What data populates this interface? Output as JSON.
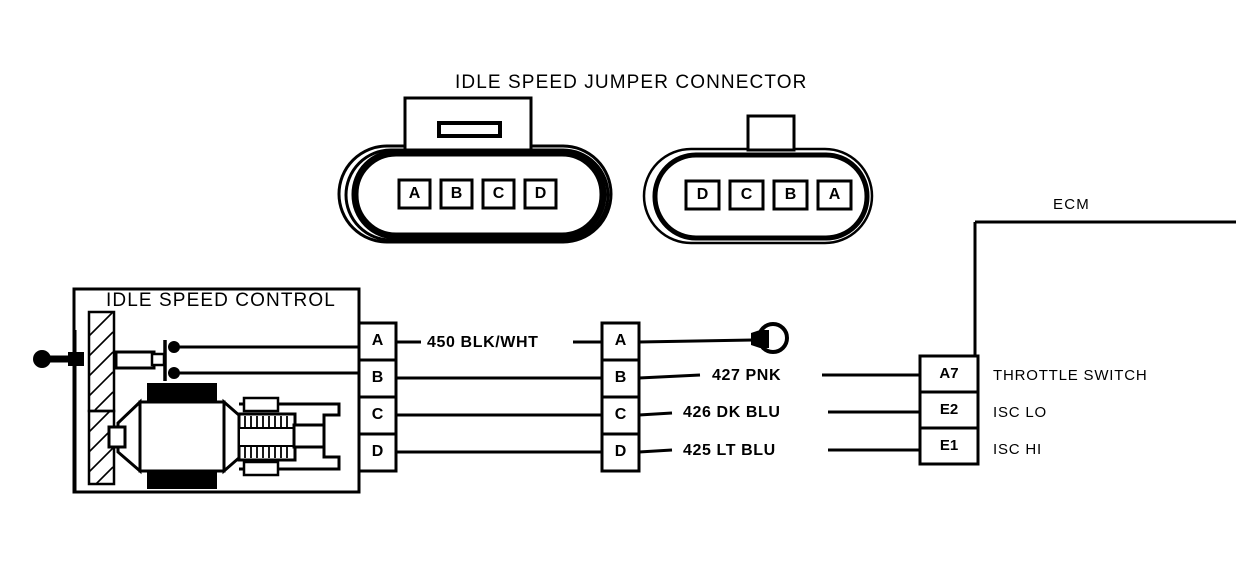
{
  "diagram": {
    "type": "automotive-wiring-schematic",
    "ink_color": "#000000",
    "background_color": "#ffffff"
  },
  "jumper_connector": {
    "title": "IDLE SPEED JUMPER CONNECTOR",
    "left_half": {
      "name": "jumper-plug-left",
      "pins": [
        "A",
        "B",
        "C",
        "D"
      ]
    },
    "right_half": {
      "name": "jumper-plug-right",
      "pins": [
        "D",
        "C",
        "B",
        "A"
      ]
    }
  },
  "isc_unit": {
    "title": "IDLE SPEED CONTROL",
    "terminals": [
      "A",
      "B",
      "C",
      "D"
    ]
  },
  "harness_connector": {
    "terminals": [
      "A",
      "B",
      "C",
      "D"
    ]
  },
  "wires": [
    {
      "circuit": "450",
      "color": "BLK/WHT",
      "label": "450 BLK/WHT",
      "from": "A",
      "to": "ground"
    },
    {
      "circuit": "427",
      "color": "PNK",
      "label": "427 PNK",
      "from": "B",
      "to": "A7"
    },
    {
      "circuit": "426",
      "color": "DK BLU",
      "label": "426 DK BLU",
      "from": "C",
      "to": "E2"
    },
    {
      "circuit": "425",
      "color": "LT BLU",
      "label": "425 LT BLU",
      "from": "D",
      "to": "E1"
    }
  ],
  "ecm": {
    "title": "ECM",
    "terminals": [
      {
        "pin": "A7",
        "function": "THROTTLE SWITCH"
      },
      {
        "pin": "E2",
        "function": "ISC LO"
      },
      {
        "pin": "E1",
        "function": "ISC HI"
      }
    ]
  }
}
